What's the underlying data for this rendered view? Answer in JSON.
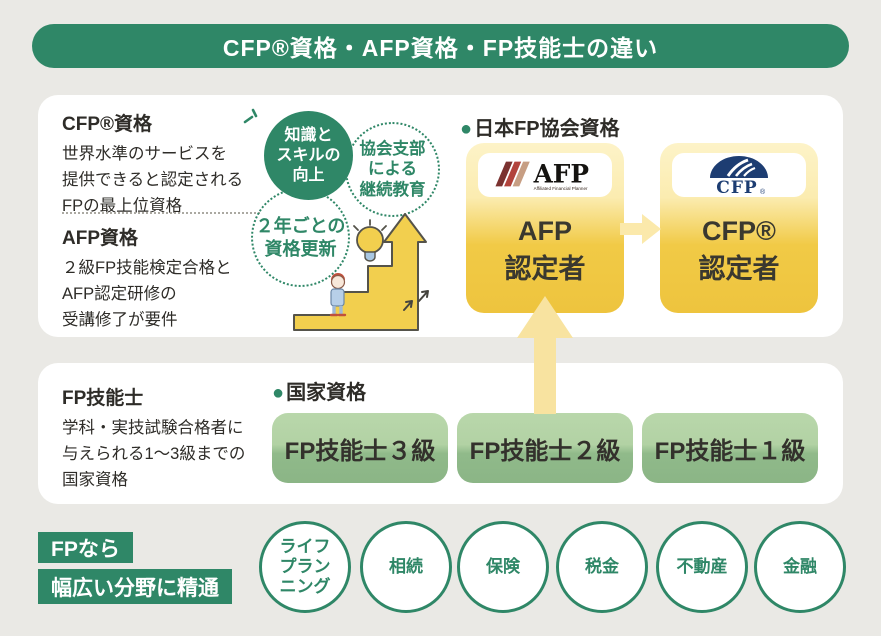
{
  "header": {
    "title": "CFP®資格・AFP資格・FP技能士の違い"
  },
  "panel_association": {
    "cfp_desc": {
      "heading": "CFP®資格",
      "line1": "世界水準のサービスを",
      "line2": "提供できると認定される",
      "line3": "FPの最上位資格"
    },
    "afp_desc": {
      "heading": "AFP資格",
      "line1": "２級FP技能検定合格と",
      "line2": "AFP認定研修の",
      "line3": "受講修了が要件"
    },
    "circle_knowledge": {
      "line1": "知識と",
      "line2": "スキルの",
      "line3": "向上"
    },
    "circle_education": {
      "line1": "協会支部",
      "line2": "による",
      "line3": "継続教育"
    },
    "circle_renewal": {
      "line1": "２年ごとの",
      "line2": "資格更新"
    },
    "group_label": "日本FP協会資格",
    "bullet": "●",
    "afp_card": {
      "logo_text": "AFP",
      "logo_sub": "Affiliated Financial Planner",
      "line1": "AFP",
      "line2": "認定者"
    },
    "cfp_card": {
      "logo_text": "CFP",
      "logo_reg": "®",
      "line1": "CFP®",
      "line2": "認定者"
    }
  },
  "panel_national": {
    "desc": {
      "heading": "FP技能士",
      "line1": "学科・実技試験合格者に",
      "line2": "与えられる1〜3級までの",
      "line3": "国家資格"
    },
    "group_label": "国家資格",
    "bullet": "●",
    "level3": "FP技能士３級",
    "level2": "FP技能士２級",
    "level1": "FP技能士１級"
  },
  "footer": {
    "tag_line1": "FPなら",
    "tag_line2": "幅広い分野に精通",
    "fields": [
      {
        "line1": "ライフ",
        "line2": "プラン",
        "line3": "ニング"
      },
      {
        "line1": "相続"
      },
      {
        "line1": "保険"
      },
      {
        "line1": "税金"
      },
      {
        "line1": "不動産"
      },
      {
        "line1": "金融"
      }
    ]
  },
  "colors": {
    "green": "#2F8767",
    "gold": "#EFC63F",
    "gold_light": "#FDF3C8",
    "arrow_cream": "#F8E4A3",
    "level_green_top": "#B9D7AB",
    "level_green_bottom": "#8BB586",
    "background": "#EAE9E5",
    "text": "#2E2C28",
    "afp_logo_red": "#B2433C",
    "cfp_logo_navy": "#1D3D72"
  }
}
